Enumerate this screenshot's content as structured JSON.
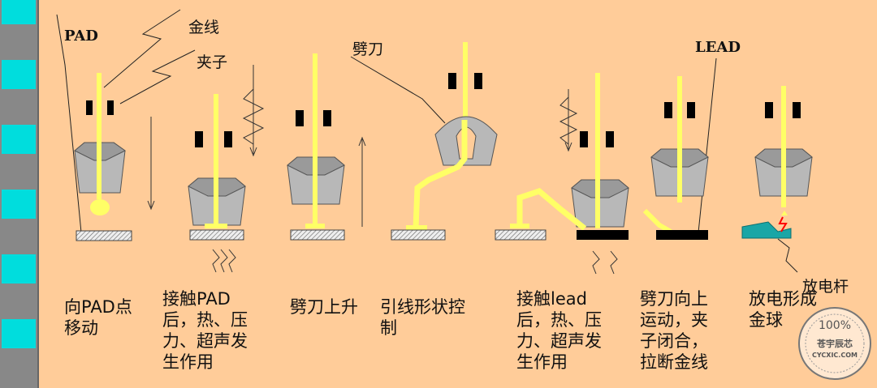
{
  "labels": {
    "pad": "PAD",
    "gold_wire": "金线",
    "clamp": "夹子",
    "capillary": "劈刀",
    "lead": "LEAD",
    "discharge_rod": "放电杆"
  },
  "steps": [
    {
      "caption": "向PAD点\n移动"
    },
    {
      "caption": "接触PAD\n后，热、压\n力、超声发\n生作用"
    },
    {
      "caption": "劈刀上升"
    },
    {
      "caption": "引线形状控\n制"
    },
    {
      "caption": "接触lead\n后，热、压\n力、超声发\n生作用"
    },
    {
      "caption": "劈刀向上\n运动，夹\n子闭合，\n拉断金线"
    },
    {
      "caption": "放电形成\n金球"
    }
  ],
  "watermark": {
    "percent": "100%",
    "name": "苍宇辰芯",
    "site": "CYCXIC.COM"
  },
  "colors": {
    "background": "#FFCC99",
    "sidebar_cyan": "#00DDDD",
    "sidebar_gray": "#888888",
    "wire": "#FFFF66",
    "capillary": "#B8B8B8",
    "clamp": "#000000",
    "discharge_rod": "#1AA6A6"
  }
}
